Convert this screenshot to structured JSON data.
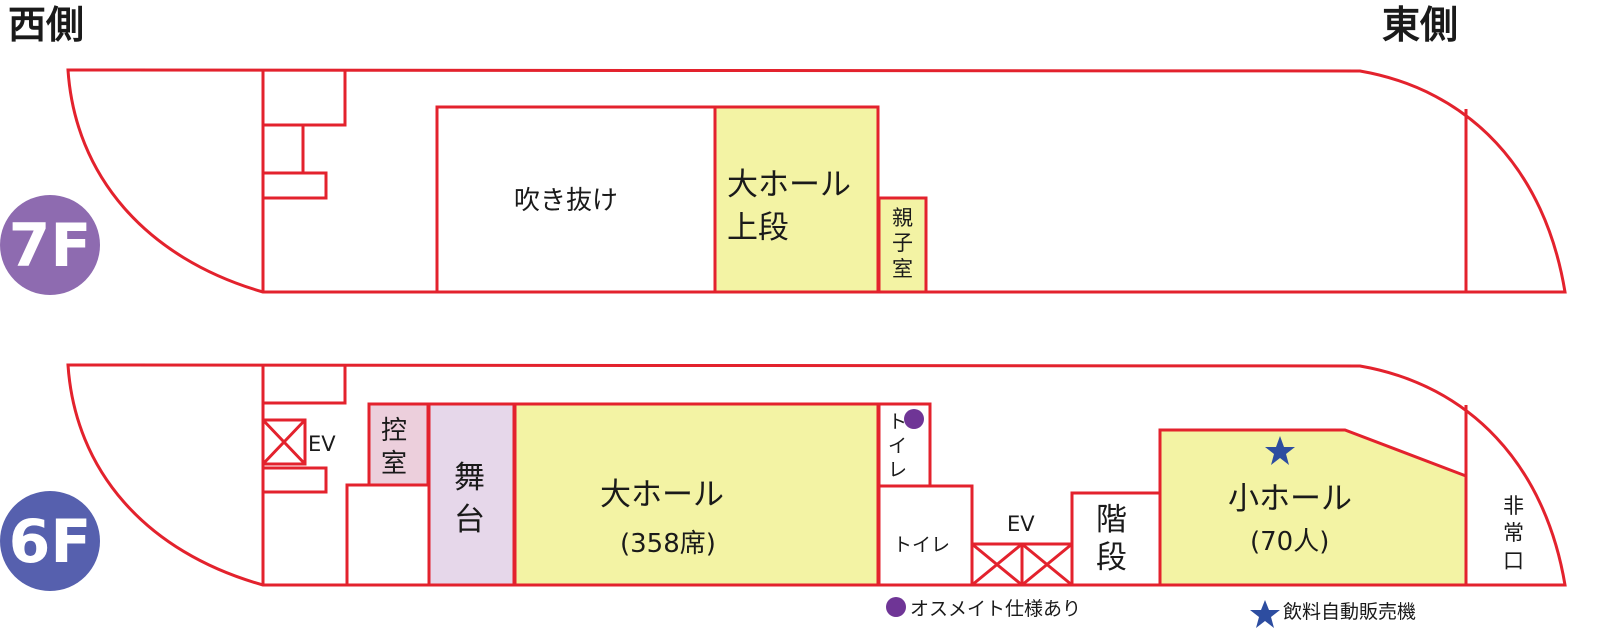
{
  "headers": {
    "west": "西側",
    "east": "東側"
  },
  "floors": {
    "f7": {
      "badge": "7F",
      "badge_color": "#8e6bb0",
      "rooms": {
        "atrium": "吹き抜け",
        "big_hall_upper_1": "大ホール",
        "big_hall_upper_2": "上段",
        "parent_child_1": "親",
        "parent_child_2": "子",
        "parent_child_3": "室"
      }
    },
    "f6": {
      "badge": "6F",
      "badge_color": "#5660ae",
      "rooms": {
        "ev_west": "EV",
        "green_room_1": "控",
        "green_room_2": "室",
        "stage_1": "舞",
        "stage_2": "台",
        "big_hall": "大ホール",
        "big_hall_seats": "(358席)",
        "toilet_small_1": "ト",
        "toilet_small_2": "イ",
        "toilet_small_3": "レ",
        "toilet": "トイレ",
        "ev_east": "EV",
        "stairs_1": "階",
        "stairs_2": "段",
        "small_hall": "小ホール",
        "small_hall_cap": "(70人)",
        "exit_1": "非",
        "exit_2": "常",
        "exit_3": "口"
      }
    }
  },
  "legend": {
    "ostomate": "オスメイト仕様あり",
    "vending": "飲料自動販売機"
  },
  "colors": {
    "wall": "#e3222d",
    "hall": "#f3f3a4",
    "stage": "#e6d7ea",
    "green_room": "#eccfdc",
    "ostomate_marker": "#6f3596",
    "vending_marker": "#2d4da0"
  }
}
